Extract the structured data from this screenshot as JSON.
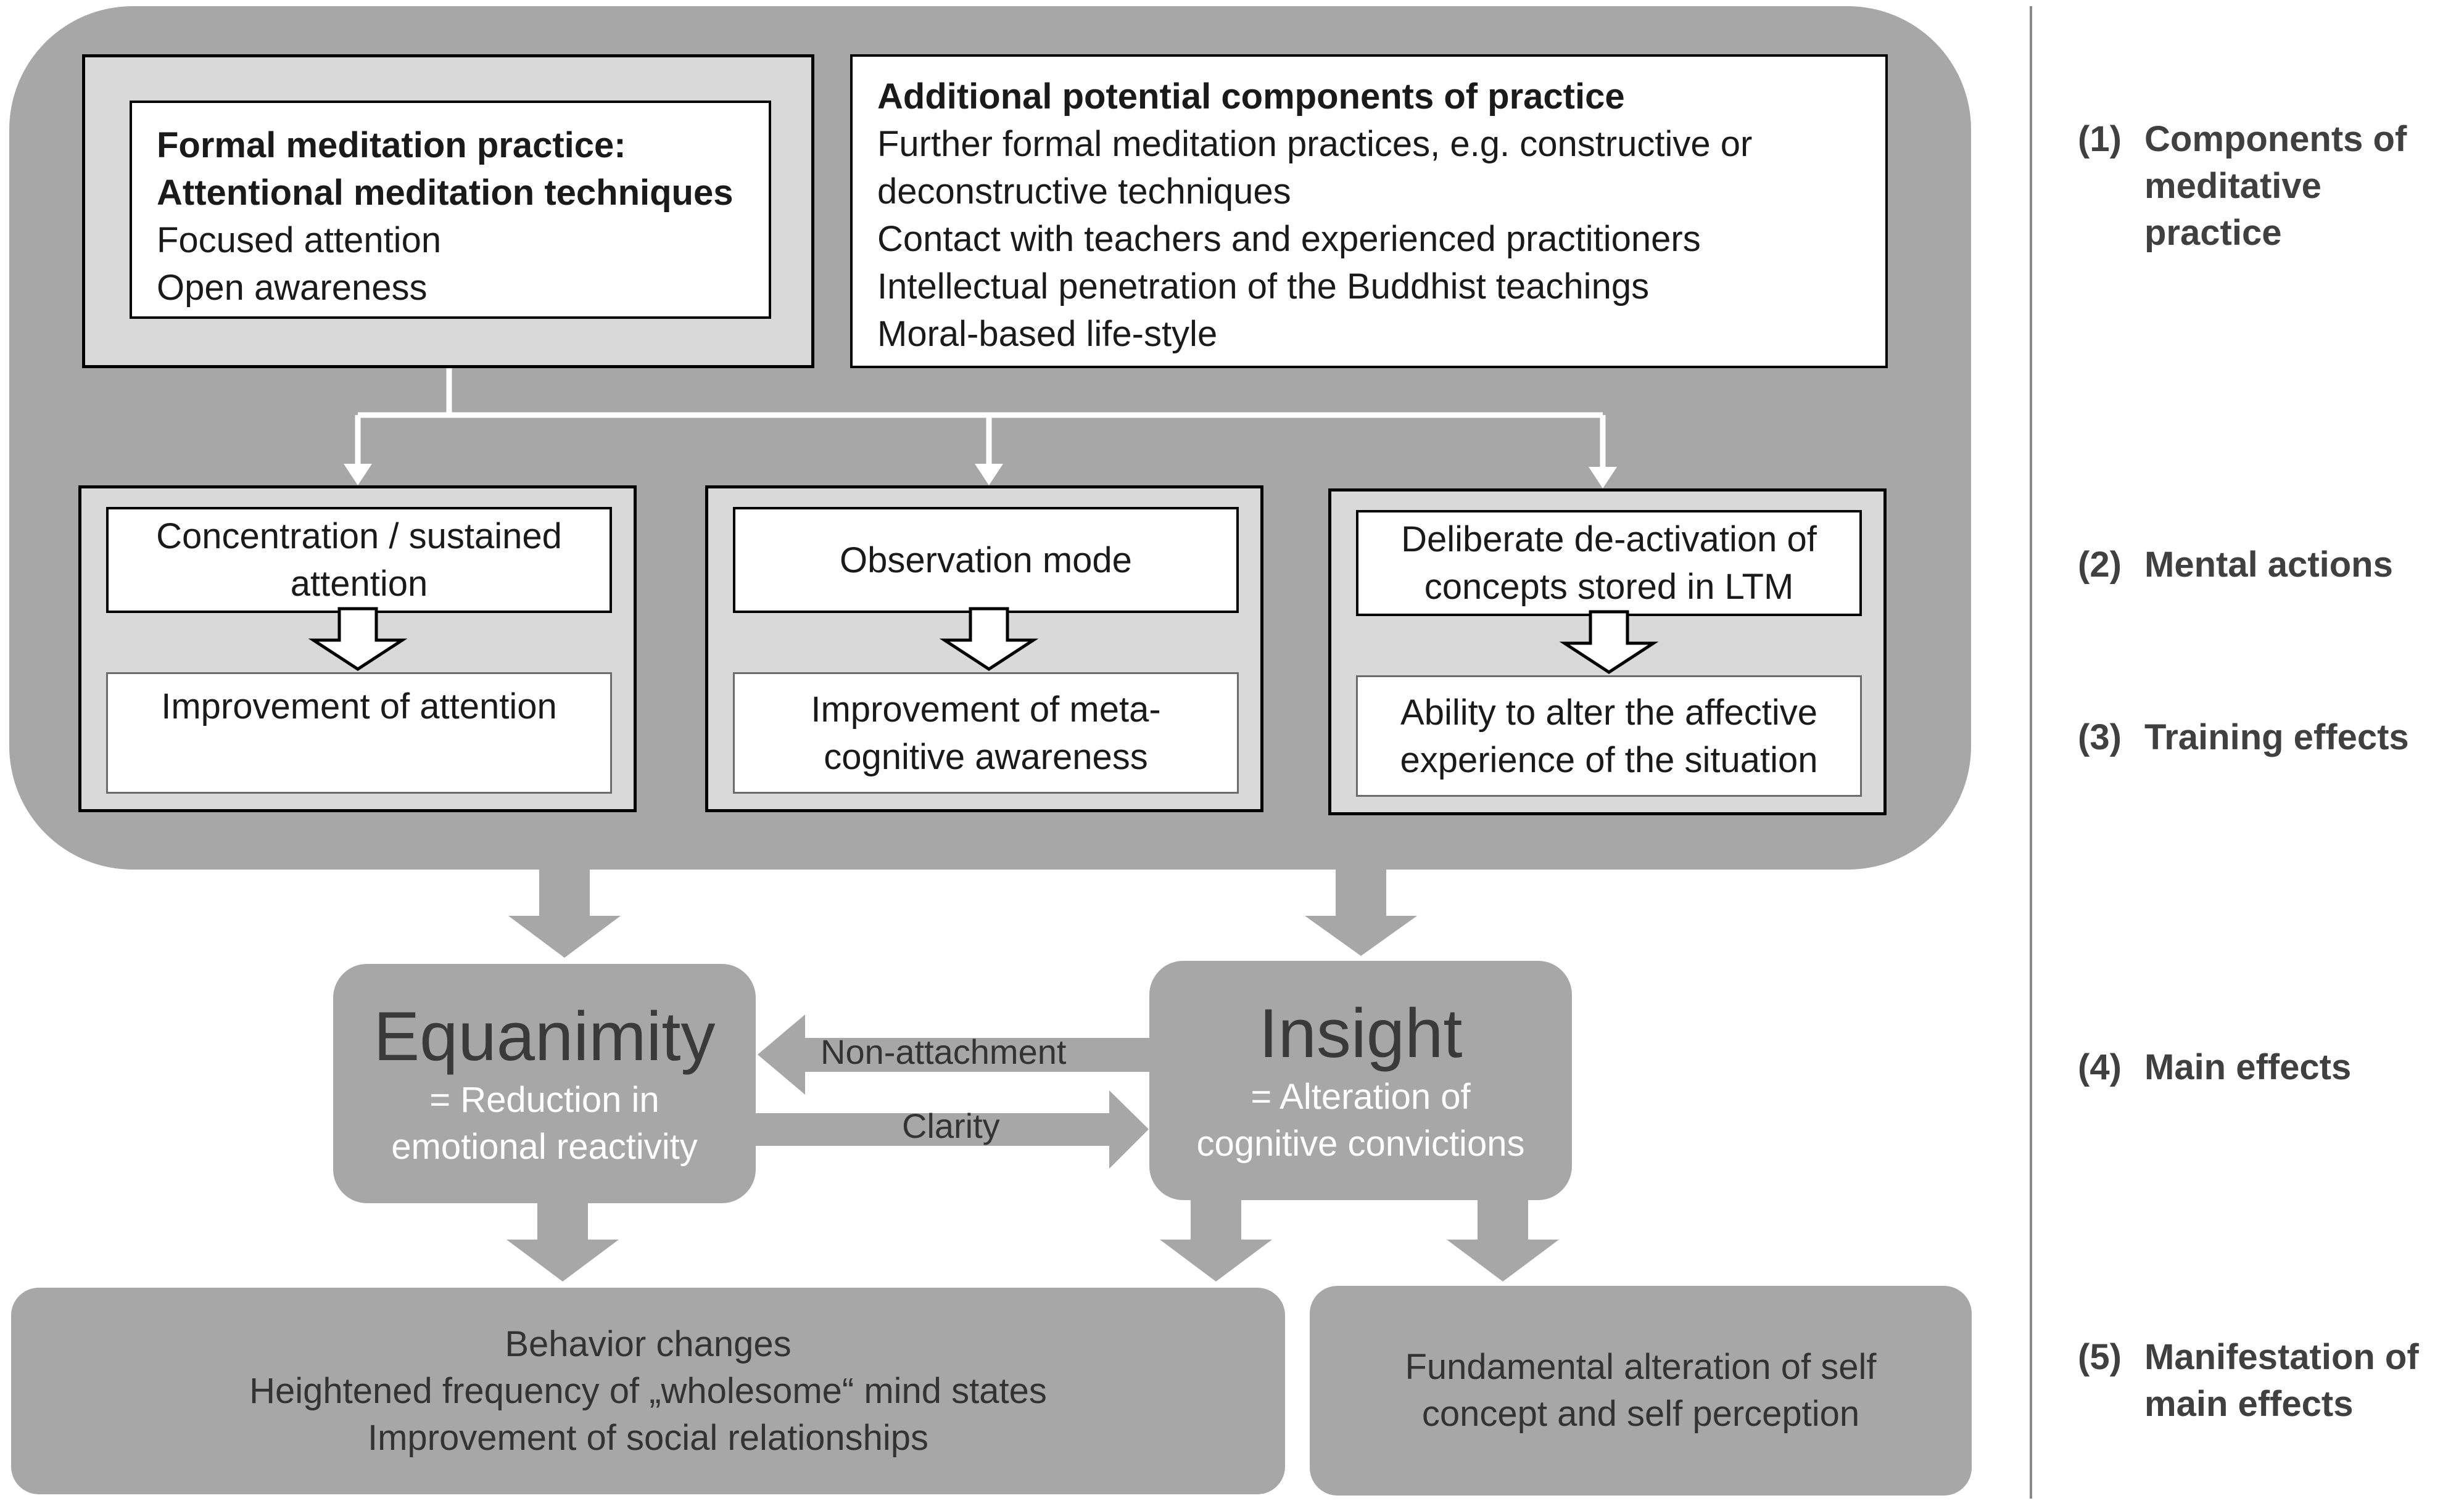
{
  "components": {
    "formal": {
      "title_line1": "Formal meditation practice:",
      "title_line2": "Attentional meditation techniques",
      "items": [
        "Focused attention",
        "Open awareness"
      ]
    },
    "additional": {
      "title": "Additional potential components of practice",
      "items": [
        "Further formal meditation practices, e.g. constructive or",
        "deconstructive techniques",
        "Contact with teachers and experienced practitioners",
        "Intellectual penetration of the Buddhist teachings",
        "Moral-based life-style"
      ]
    }
  },
  "columns": [
    {
      "action_lines": [
        "Concentration / sustained",
        "attention"
      ],
      "effect_lines": [
        "Improvement of attention"
      ]
    },
    {
      "action_lines": [
        "Observation mode"
      ],
      "effect_lines": [
        "Improvement of meta-",
        "cognitive awareness"
      ]
    },
    {
      "action_lines": [
        "Deliberate de-activation of",
        "concepts stored in LTM"
      ],
      "effect_lines": [
        "Ability to alter the affective",
        "experience of the situation"
      ]
    }
  ],
  "main_effects": {
    "equanimity": {
      "title": "Equanimity",
      "sub_line1": "= Reduction in",
      "sub_line2": "emotional reactivity"
    },
    "insight": {
      "title": "Insight",
      "sub_line1": "= Alteration of",
      "sub_line2": "cognitive convictions"
    },
    "arrow_non_attachment": "Non-attachment",
    "arrow_clarity": "Clarity"
  },
  "manifestation": {
    "left_lines": [
      "Behavior changes",
      "Heightened frequency of „wholesome“ mind states",
      "Improvement of social relationships"
    ],
    "right_lines": [
      "Fundamental alteration of self",
      "concept and self perception"
    ]
  },
  "levels": [
    {
      "number": "(1)",
      "lines": [
        "Components of",
        "meditative practice"
      ]
    },
    {
      "number": "(2)",
      "lines": [
        "Mental actions"
      ]
    },
    {
      "number": "(3)",
      "lines": [
        "Training effects"
      ]
    },
    {
      "number": "(4)",
      "lines": [
        "Main effects"
      ]
    },
    {
      "number": "(5)",
      "lines": [
        "Manifestation of",
        "main effects"
      ]
    }
  ],
  "colors": {
    "panel_gray": "#a7a7a7",
    "frame_gray": "#d9d9d9",
    "arrow_gray": "#8f8f8f",
    "title_dark": "#3a3a3a"
  }
}
